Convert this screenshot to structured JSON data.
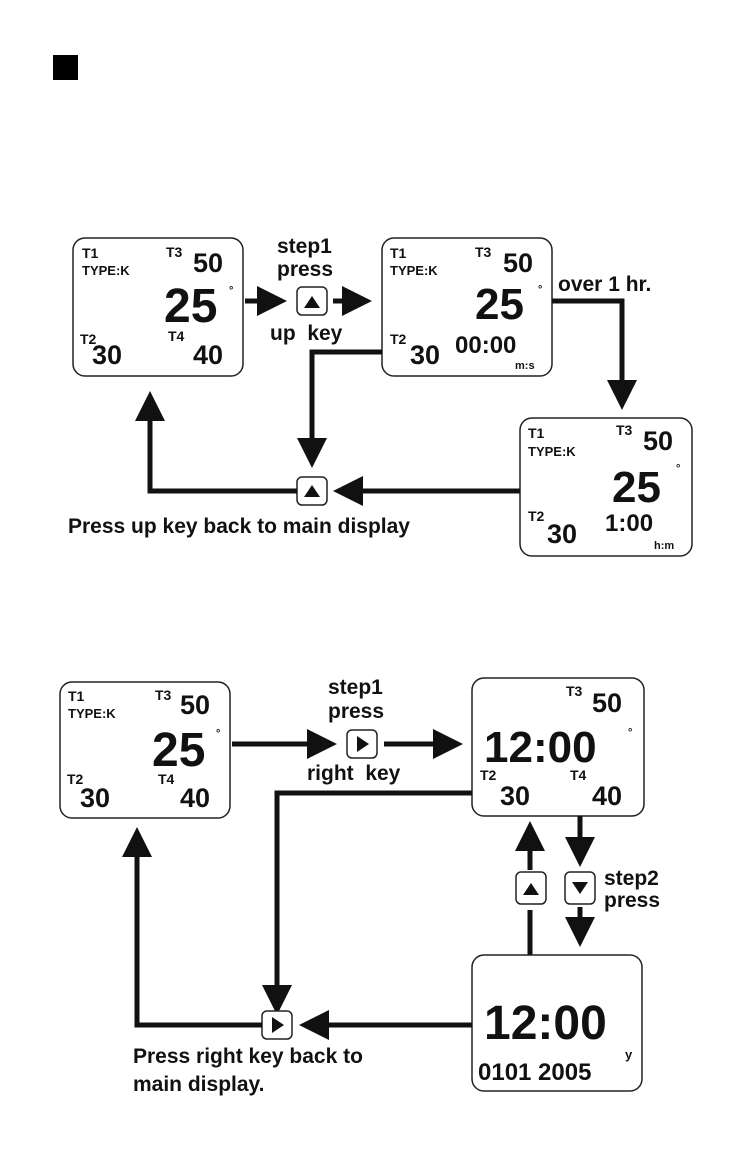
{
  "section_marker": "square-bullet",
  "degree_symbol": "°",
  "diagram1": {
    "main_display": {
      "t1": "T1",
      "type": "TYPE:K",
      "t3": "T3",
      "v3": "50",
      "temp": "25",
      "t2": "T2",
      "v2": "30",
      "t4": "T4",
      "v4": "40"
    },
    "step_line1": "step1",
    "step_line2": "press",
    "key_label": "up  key",
    "timer_display": {
      "t1": "T1",
      "type": "TYPE:K",
      "t3": "T3",
      "v3": "50",
      "temp": "25",
      "t2": "T2",
      "v2": "30",
      "time": "00:00",
      "unit": "m:s"
    },
    "over_label": "over 1 hr.",
    "hour_display": {
      "t1": "T1",
      "type": "TYPE:K",
      "t3": "T3",
      "v3": "50",
      "temp": "25",
      "t2": "T2",
      "v2": "30",
      "time": "1:00",
      "unit": "h:m"
    },
    "back_label": "Press up key back to main display",
    "key_icon": "up-arrow-key-icon"
  },
  "diagram2": {
    "main_display": {
      "t1": "T1",
      "type": "TYPE:K",
      "t3": "T3",
      "v3": "50",
      "temp": "25",
      "t2": "T2",
      "v2": "30",
      "t4": "T4",
      "v4": "40"
    },
    "step_line1": "step1",
    "step_line2": "press",
    "key_label": "right  key",
    "clock_display": {
      "t3": "T3",
      "v3": "50",
      "time": "12:00",
      "t2": "T2",
      "v2": "30",
      "t4": "T4",
      "v4": "40"
    },
    "step2_line1": "step2",
    "step2_line2": "press",
    "date_display": {
      "time": "12:00",
      "date": "0101 2005",
      "unit": "y"
    },
    "back_line1": "Press right key back to",
    "back_line2": "main display.",
    "key_icons": [
      "right-arrow-key-icon",
      "up-arrow-key-icon",
      "down-arrow-key-icon"
    ]
  }
}
